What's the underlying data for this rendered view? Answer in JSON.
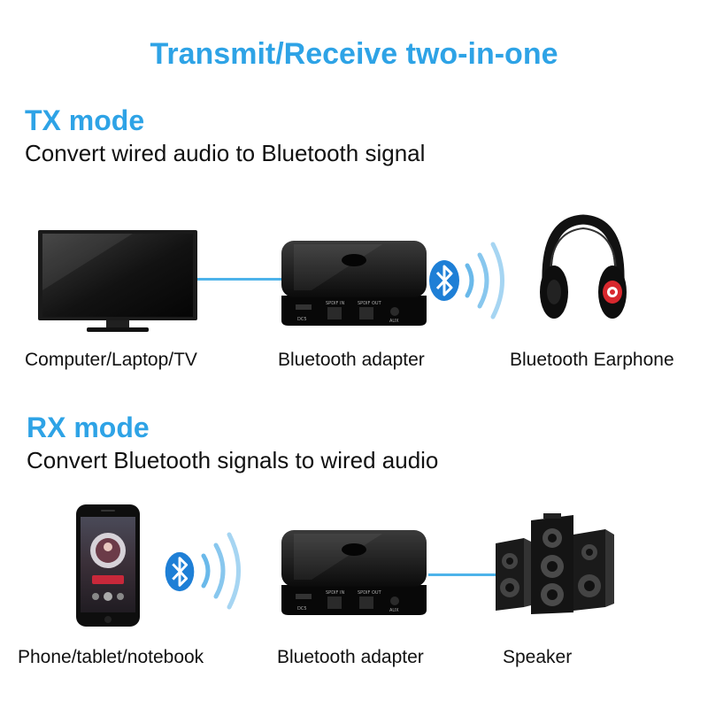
{
  "title": "Transmit/Receive two-in-one",
  "tx": {
    "heading": "TX mode",
    "description": "Convert wired audio to Bluetooth signal",
    "captions": {
      "source": "Computer/Laptop/TV",
      "adapter": "Bluetooth adapter",
      "output": "Bluetooth Earphone"
    }
  },
  "rx": {
    "heading": "RX mode",
    "description": "Convert Bluetooth signals to wired audio",
    "captions": {
      "source": "Phone/tablet/notebook",
      "adapter": "Bluetooth adapter",
      "output": "Speaker"
    }
  },
  "adapter_ports": [
    "SPDIF IN",
    "SPDIF OUT",
    "AUX",
    "DC5"
  ],
  "colors": {
    "accent": "#2ea3e6",
    "cable": "#4db3ea",
    "bluetooth": "#1e7fd6",
    "headphone_accent": "#d8282e",
    "device_body": "#0c0c0c"
  },
  "icons": [
    "tv-icon",
    "bluetooth-icon",
    "signal-waves-icon",
    "headphones-icon",
    "smartphone-icon",
    "speaker-icon"
  ]
}
